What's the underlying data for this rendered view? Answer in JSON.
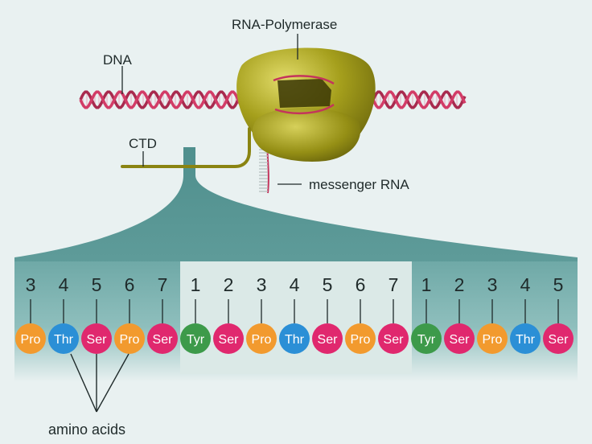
{
  "labels": {
    "dna": "DNA",
    "rna_polymerase": "RNA-Polymerase",
    "ctd": "CTD",
    "messenger_rna": "messenger RNA",
    "amino_acids": "amino acids"
  },
  "colors": {
    "background": "#e9f1f1",
    "teal_band": "#7fb3b1",
    "highlight_box": "#dbe9e7",
    "dna_strand": "#c4345c",
    "polymerase": "#9a9415",
    "Pro": "#f29a2e",
    "Thr": "#2b8fd6",
    "Ser": "#e0286e",
    "Tyr": "#3d9a4a"
  },
  "sequence": [
    {
      "position": "3",
      "residue": "Pro"
    },
    {
      "position": "4",
      "residue": "Thr"
    },
    {
      "position": "5",
      "residue": "Ser"
    },
    {
      "position": "6",
      "residue": "Pro"
    },
    {
      "position": "7",
      "residue": "Ser"
    },
    {
      "position": "1",
      "residue": "Tyr"
    },
    {
      "position": "2",
      "residue": "Ser"
    },
    {
      "position": "3",
      "residue": "Pro"
    },
    {
      "position": "4",
      "residue": "Thr"
    },
    {
      "position": "5",
      "residue": "Ser"
    },
    {
      "position": "6",
      "residue": "Pro"
    },
    {
      "position": "7",
      "residue": "Ser"
    },
    {
      "position": "1",
      "residue": "Tyr"
    },
    {
      "position": "2",
      "residue": "Ser"
    },
    {
      "position": "3",
      "residue": "Pro"
    },
    {
      "position": "4",
      "residue": "Thr"
    },
    {
      "position": "5",
      "residue": "Ser"
    }
  ],
  "highlighted_repeat": {
    "from_index": 5,
    "to_index": 11
  }
}
